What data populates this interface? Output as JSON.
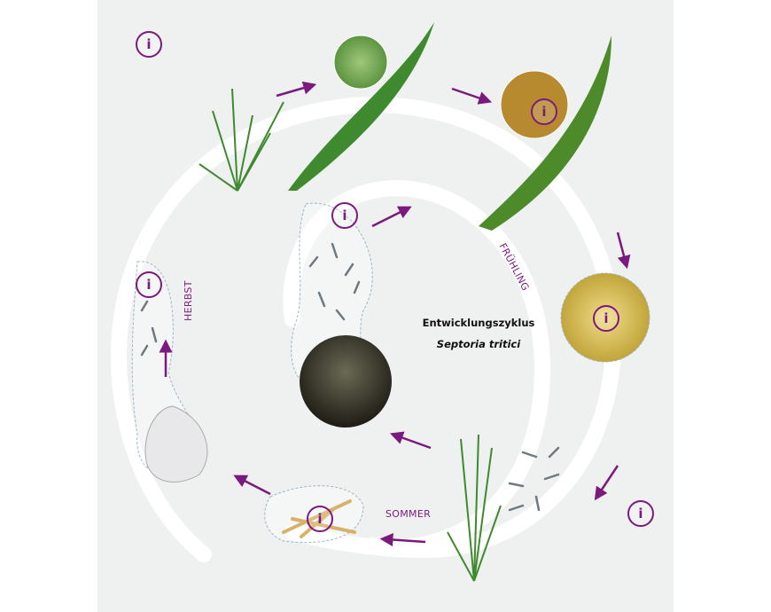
{
  "title": "Entwicklungszyklus",
  "subtitle": "Septoria tritici",
  "seasons": {
    "spring": "FRÜHLING",
    "summer": "SOMMER",
    "autumn": "HERBST"
  },
  "info_glyph": "i",
  "colors": {
    "accent": "#7b1a7e",
    "background": "#eff0f0",
    "leaf": "#3f8a2e"
  }
}
